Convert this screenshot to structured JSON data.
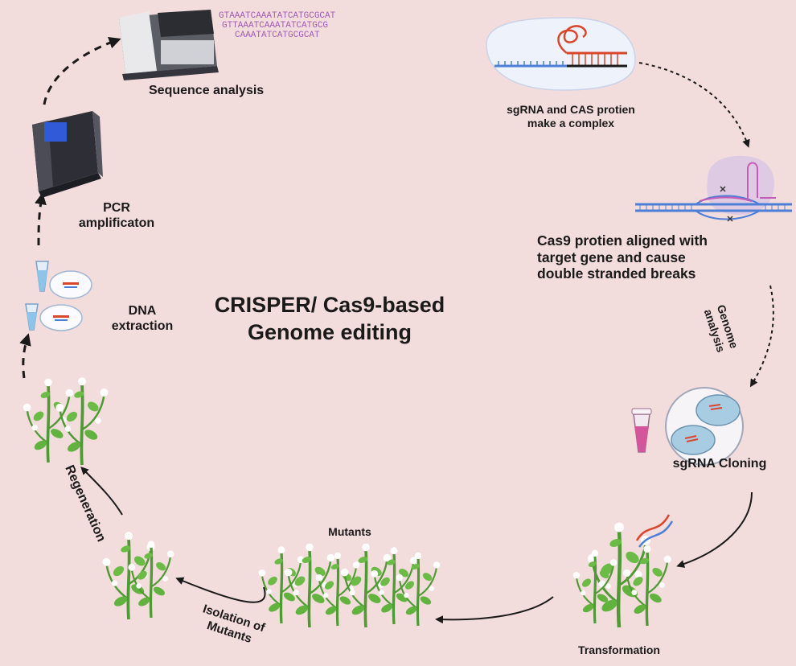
{
  "title": {
    "line1": "CRISPER/ Cas9-based",
    "line2": "Genome editing"
  },
  "steps": {
    "sequence_analysis": "Sequence analysis",
    "pcr_line1": "PCR",
    "pcr_line2": "amplificaton",
    "dna_line1": "DNA",
    "dna_line2": "extraction",
    "sgrna_complex_line1": "sgRNA and CAS protien",
    "sgrna_complex_line2": "make a complex",
    "cas9_line1": "Cas9 protien aligned with",
    "cas9_line2": "target gene and cause",
    "cas9_line3": "double stranded breaks",
    "genome_analysis_line1": "Genome",
    "genome_analysis_line2": "analysis",
    "sgrna_cloning": "sgRNA Cloning",
    "transformation": "Transformation",
    "mutants": "Mutants",
    "isolation_line1": "Isolation of",
    "isolation_line2": "Mutants",
    "regeneration": "Regeneration"
  },
  "sequence_text": {
    "row1": "GTAAATCAAATATCATGCGCAT",
    "row2": "GTTAAATCAAATATCATGCG",
    "row3": "CAAATATCATGCGCAT"
  },
  "colors": {
    "background": "#f3dcdc",
    "arrow": "#1a1a1a",
    "dna_blue": "#4d7fd6",
    "rna_red": "#d8462c",
    "plant_green": "#5aa33a",
    "tube_pink": "#d3569b",
    "screen_blue": "#2f5bd8"
  }
}
